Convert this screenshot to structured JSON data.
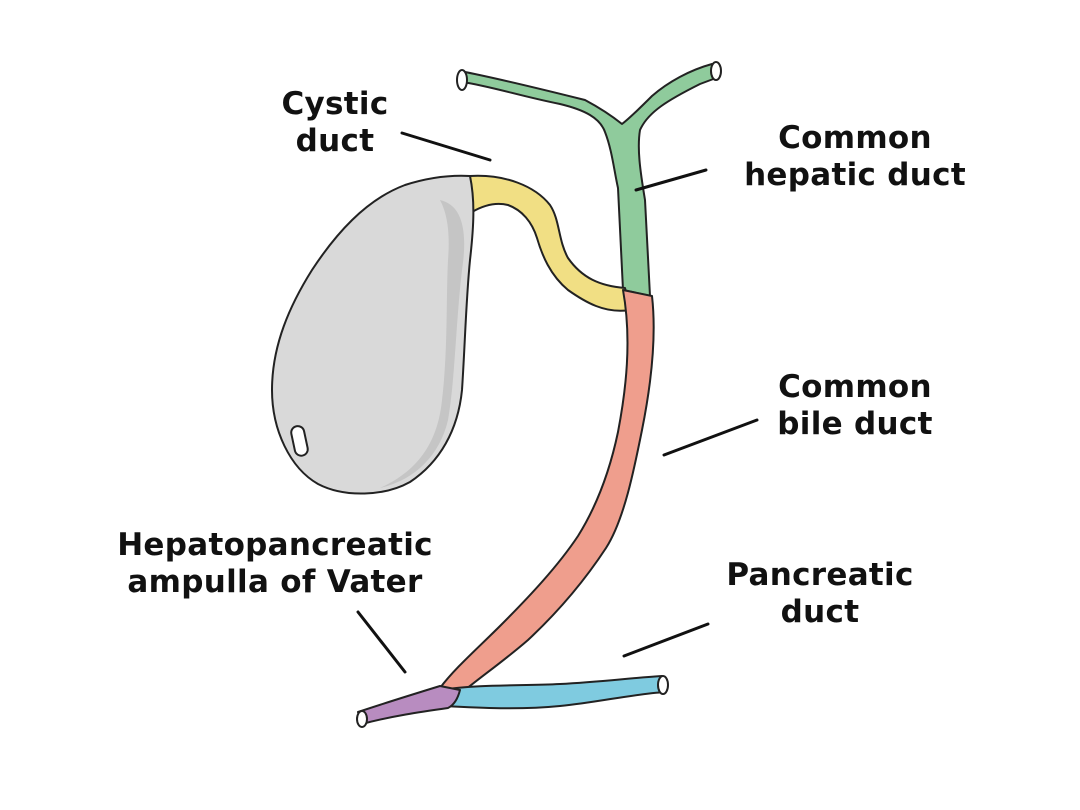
{
  "labels": {
    "cystic": [
      "Cystic",
      "duct"
    ],
    "common_hepatic": [
      "Common",
      "hepatic duct"
    ],
    "common_bile": [
      "Common",
      "bile duct"
    ],
    "ampulla": [
      "Hepatopancreatic",
      "ampulla of Vater"
    ],
    "pancreatic": [
      "Pancreatic",
      "duct"
    ]
  },
  "colors": {
    "gallbladder": "#d9d9d9",
    "gallbladder_shadow": "#bcbcbc",
    "cystic_duct": "#f1df84",
    "common_hepatic_duct": "#8fcb9c",
    "common_bile_duct": "#ef9e8d",
    "pancreatic_duct": "#7fcbe0",
    "ampulla": "#b88cc0",
    "outline": "#222222"
  },
  "icons": [
    "gallbladder-icon"
  ]
}
